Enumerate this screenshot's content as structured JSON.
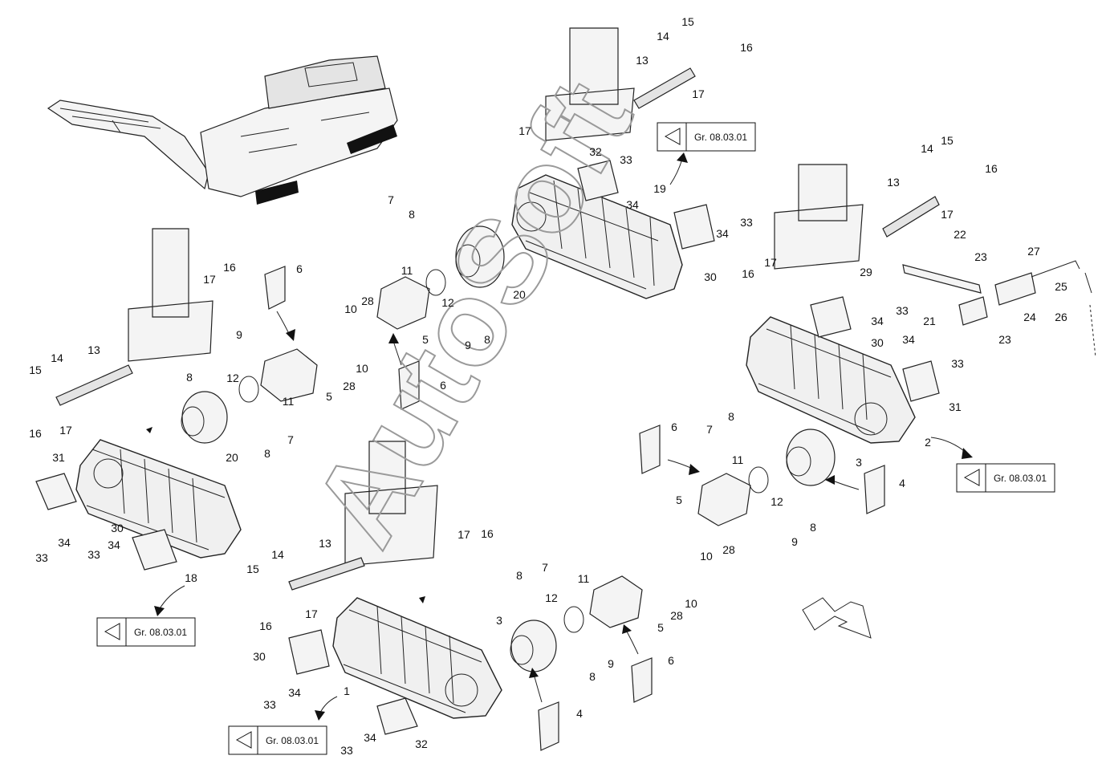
{
  "watermark": "AutoSoft",
  "references": [
    {
      "id": "ref-top",
      "text": "Gr. 08.03.01"
    },
    {
      "id": "ref-right",
      "text": "Gr. 08.03.01"
    },
    {
      "id": "ref-left",
      "text": "Gr. 08.03.01"
    },
    {
      "id": "ref-bottom",
      "text": "Gr. 08.03.01"
    }
  ],
  "labels": {
    "top_center": [
      "15",
      "14",
      "16",
      "13",
      "17",
      "17",
      "32",
      "33",
      "34",
      "19",
      "33",
      "34",
      "30",
      "7",
      "8",
      "11",
      "28",
      "10",
      "12",
      "20",
      "5",
      "9",
      "8",
      "6"
    ],
    "right": [
      "14",
      "15",
      "16",
      "13",
      "17",
      "22",
      "23",
      "27",
      "29",
      "17",
      "16",
      "33",
      "34",
      "21",
      "24",
      "25",
      "26",
      "30",
      "34",
      "33",
      "23",
      "31",
      "2"
    ],
    "left": [
      "17",
      "16",
      "6",
      "13",
      "14",
      "15",
      "17",
      "16",
      "9",
      "8",
      "12",
      "11",
      "5",
      "28",
      "10",
      "20",
      "8",
      "7",
      "31",
      "33",
      "34",
      "30",
      "34",
      "33",
      "18"
    ],
    "mid_right": [
      "6",
      "7",
      "8",
      "11",
      "3",
      "5",
      "12",
      "4",
      "8",
      "9",
      "10",
      "28"
    ],
    "bottom": [
      "17",
      "16",
      "13",
      "14",
      "15",
      "16",
      "17",
      "30",
      "34",
      "33",
      "1",
      "34",
      "33",
      "32",
      "8",
      "7",
      "11",
      "12",
      "3",
      "28",
      "10",
      "5",
      "9",
      "8",
      "6",
      "4"
    ]
  }
}
